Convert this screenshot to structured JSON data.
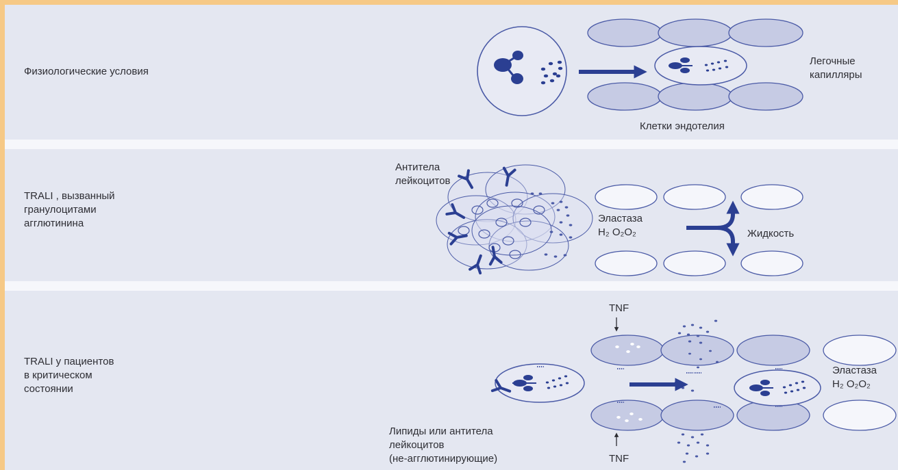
{
  "colors": {
    "frame": "#f6c986",
    "panel": "#e4e7f1",
    "separator": "#f6f7fb",
    "arrow": "#2b3f92",
    "cell_fill": "#c6cbe4",
    "cell_stroke": "#4a5aa6",
    "text": "#2d2d33"
  },
  "rows": [
    {
      "title": "Физиологические условия",
      "right_label": [
        "Легочные",
        "капилляры"
      ],
      "bottom_label": "Клетки эндотелия"
    },
    {
      "title": [
        "TRALI , вызванный",
        "гранулоцитами",
        "агглютинина"
      ],
      "antibody_label": [
        "Антитела",
        "лейкоцитов"
      ],
      "elastase": "Эластаза",
      "formula": "H₂ O₂O₂",
      "fluid": "Жидкость"
    },
    {
      "title": [
        "TRALI у пациентов",
        "в критическом",
        "состоянии"
      ],
      "tnf_top": "TNF",
      "tnf_bottom": "TNF",
      "lipids_label": [
        "Липиды или антитела",
        "лейкоцитов",
        "(не-агглютинирующие)"
      ],
      "elastase": "Эластаза",
      "formula": "H₂ O₂O₂"
    }
  ],
  "icons": [
    "leukocyte-icon",
    "endothelial-cell-icon",
    "antibody-icon",
    "arrow-right-icon",
    "split-arrow-icon"
  ]
}
